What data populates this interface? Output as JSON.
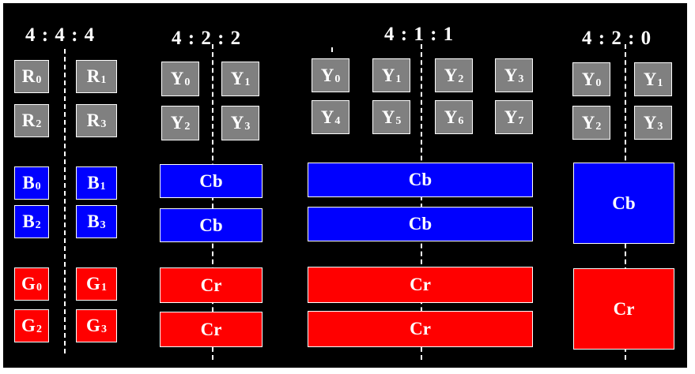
{
  "columns": [
    {
      "title": "4 : 4 : 4"
    },
    {
      "title": "4 : 2 : 2"
    },
    {
      "title": "4 : 1 : 1"
    },
    {
      "title": "4 : 2 : 0"
    }
  ],
  "cells": {
    "c444": {
      "r": [
        {
          "l": "R",
          "s": "0"
        },
        {
          "l": "R",
          "s": "1"
        },
        {
          "l": "R",
          "s": "2"
        },
        {
          "l": "R",
          "s": "3"
        }
      ],
      "b": [
        {
          "l": "B",
          "s": "0"
        },
        {
          "l": "B",
          "s": "1"
        },
        {
          "l": "B",
          "s": "2"
        },
        {
          "l": "B",
          "s": "3"
        }
      ],
      "g": [
        {
          "l": "G",
          "s": "0"
        },
        {
          "l": "G",
          "s": "1"
        },
        {
          "l": "G",
          "s": "2"
        },
        {
          "l": "G",
          "s": "3"
        }
      ]
    },
    "c422": {
      "y": [
        {
          "l": "Y",
          "s": "0"
        },
        {
          "l": "Y",
          "s": "1"
        },
        {
          "l": "Y",
          "s": "2"
        },
        {
          "l": "Y",
          "s": "3"
        }
      ],
      "cb": [
        "Cb",
        "Cb"
      ],
      "cr": [
        "Cr",
        "Cr"
      ]
    },
    "c411": {
      "y": [
        {
          "l": "Y",
          "s": "0"
        },
        {
          "l": "Y",
          "s": "1"
        },
        {
          "l": "Y",
          "s": "2"
        },
        {
          "l": "Y",
          "s": "3"
        },
        {
          "l": "Y",
          "s": "4"
        },
        {
          "l": "Y",
          "s": "5"
        },
        {
          "l": "Y",
          "s": "6"
        },
        {
          "l": "Y",
          "s": "7"
        }
      ],
      "cb": [
        "Cb",
        "Cb"
      ],
      "cr": [
        "Cr",
        "Cr"
      ]
    },
    "c420": {
      "y": [
        {
          "l": "Y",
          "s": "0"
        },
        {
          "l": "Y",
          "s": "1"
        },
        {
          "l": "Y",
          "s": "2"
        },
        {
          "l": "Y",
          "s": "3"
        }
      ],
      "cb": [
        "Cb"
      ],
      "cr": [
        "Cr"
      ]
    }
  },
  "colors": {
    "background": "#000000",
    "luma": "#808080",
    "cb": "#0000ff",
    "cr": "#ff0000",
    "border": "#ffffff"
  }
}
